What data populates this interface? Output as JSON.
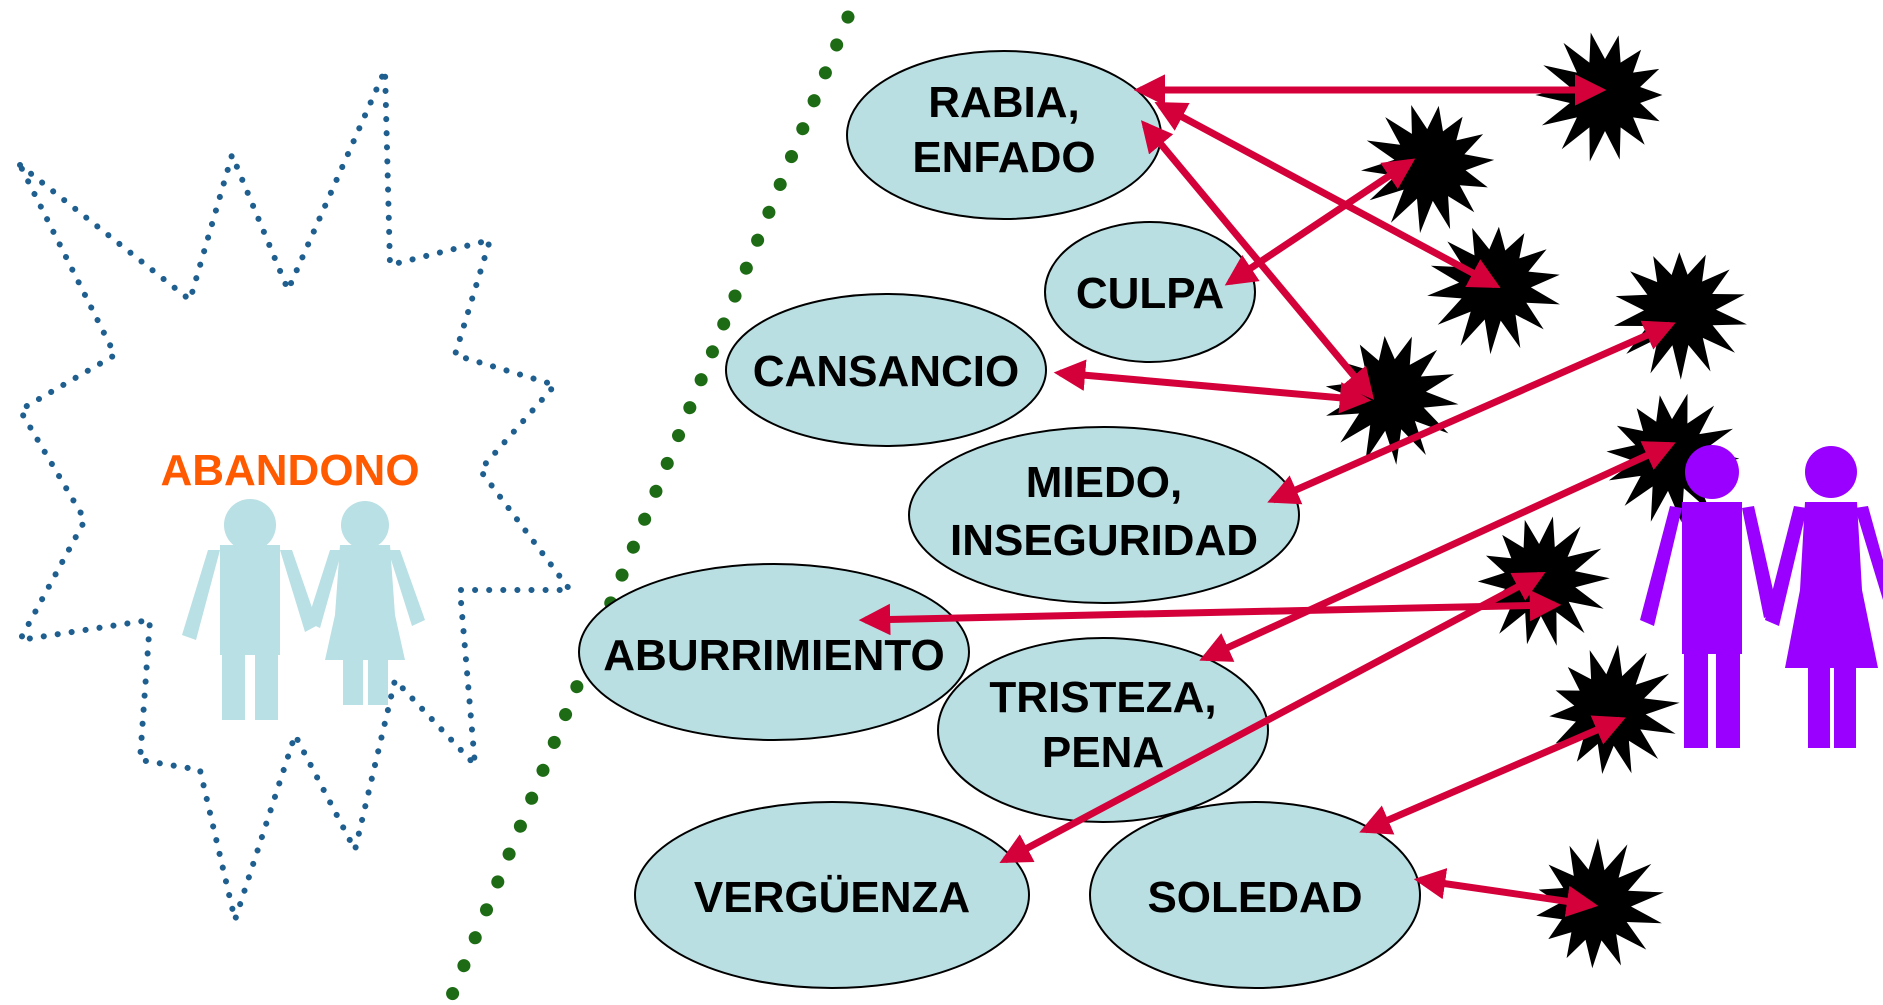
{
  "colors": {
    "burst_dots": "#1f5f8f",
    "divider_dots": "#1d6b14",
    "abandono_text": "#ff5a00",
    "left_couple": "#b9e0e4",
    "right_couple": "#9900ff",
    "ellipse_fill": "#b9dfe2",
    "ellipse_stroke": "#000000",
    "arrow": "#d4003a",
    "starburst": "#000000"
  },
  "abandono_label": "ABANDONO",
  "emotions": {
    "rabia": {
      "line1": "RABIA,",
      "line2": "ENFADO"
    },
    "culpa": {
      "line1": "CULPA"
    },
    "cansancio": {
      "line1": "CANSANCIO"
    },
    "miedo": {
      "line1": "MIEDO,",
      "line2": "INSEGURIDAD"
    },
    "aburrimiento": {
      "line1": "ABURRIMIENTO"
    },
    "tristeza": {
      "line1": "TRISTEZA,",
      "line2": "PENA"
    },
    "verguenza": {
      "line1": "VERGÜENZA"
    },
    "soledad": {
      "line1": "SOLEDAD"
    }
  },
  "icons": {
    "left_couple": "couple-icon",
    "right_couple": "couple-icon",
    "starburst": "starburst-icon",
    "arrow": "double-arrow"
  }
}
